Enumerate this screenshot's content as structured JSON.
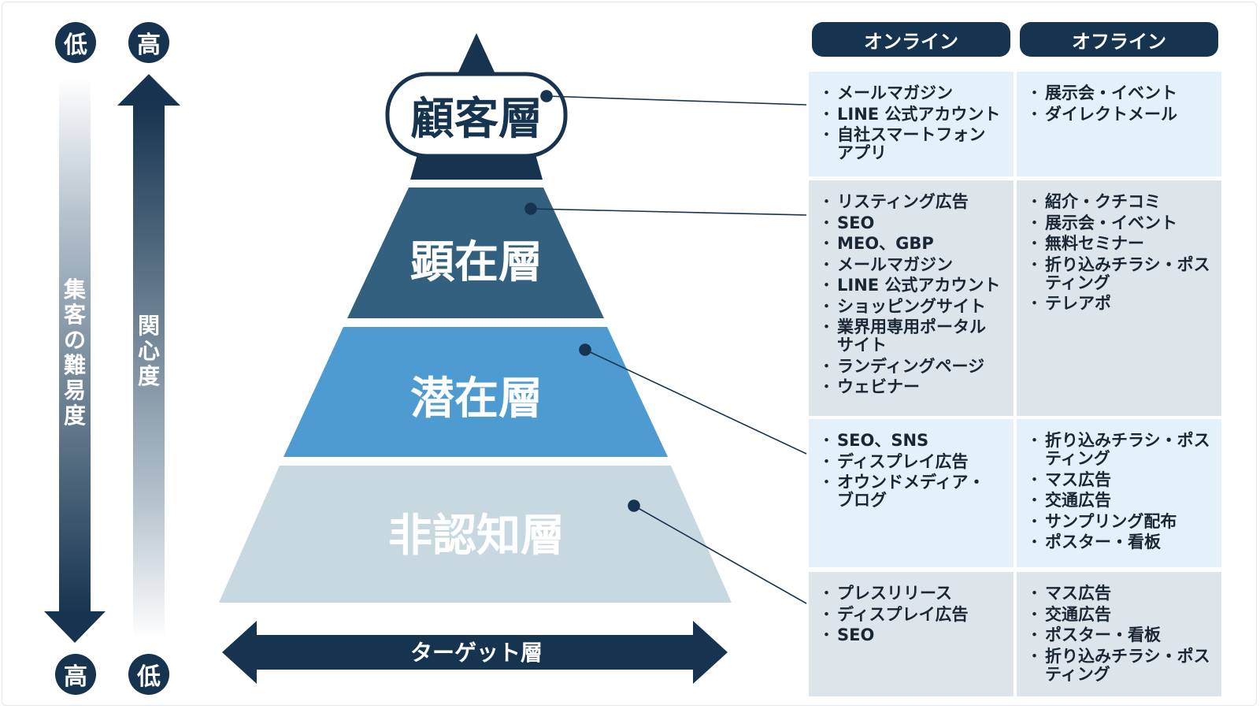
{
  "scale_left": {
    "top": "低",
    "bottom": "高",
    "label": "集客の難易度"
  },
  "scale_right": {
    "top": "高",
    "bottom": "低",
    "label": "関心度"
  },
  "target_label": "ターゲット層",
  "tiers": [
    {
      "label": "顧客層"
    },
    {
      "label": "顕在層"
    },
    {
      "label": "潜在層"
    },
    {
      "label": "非認知層"
    }
  ],
  "columns": [
    "オンライン",
    "オフライン"
  ],
  "rows": [
    {
      "online": [
        "メールマガジン",
        "LINE 公式アカウント",
        "自社スマートフォン アプリ"
      ],
      "offline": [
        "展示会・イベント",
        "ダイレクトメール"
      ]
    },
    {
      "online": [
        "リスティング広告",
        "SEO",
        "MEO、GBP",
        "メールマガジン",
        "LINE 公式アカウント",
        "ショッピングサイト",
        "業界用専用ポータル サイト",
        "ランディングページ",
        "ウェビナー"
      ],
      "offline": [
        "紹介・クチコミ",
        "展示会・イベント",
        "無料セミナー",
        "折り込みチラシ・ポス ティング",
        "テレアポ"
      ]
    },
    {
      "online": [
        "SEO、SNS",
        "ディスプレイ広告",
        "オウンドメディア・ ブログ"
      ],
      "offline": [
        "折り込みチラシ・ポス ティング",
        "マス広告",
        "交通広告",
        "サンプリング配布",
        "ポスター・看板"
      ]
    },
    {
      "online": [
        "プレスリリース",
        "ディスプレイ広告",
        "SEO"
      ],
      "offline": [
        "マス広告",
        "交通広告",
        "ポスター・看板",
        "折り込みチラシ・ポス ティング"
      ]
    }
  ],
  "colors": {
    "navy": "#16344f",
    "tier_customer": "#16344f",
    "tier_aware": "#33607f",
    "tier_latent": "#4d9bd0",
    "tier_unaware": "#c8d8e1",
    "cell_light": "#e4f1fa",
    "cell_gray": "#dde5eb"
  }
}
